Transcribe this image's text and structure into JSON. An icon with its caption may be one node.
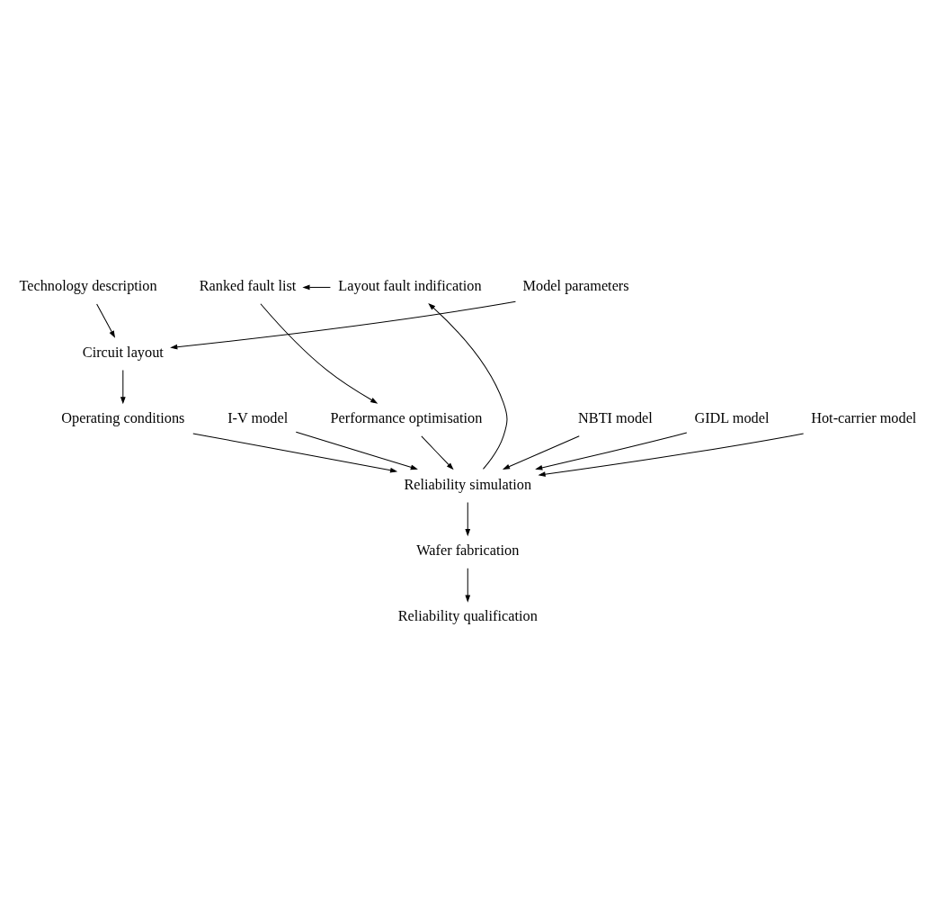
{
  "diagram": {
    "nodes": [
      {
        "text": [
          "Technology description"
        ]
      },
      {
        "text": [
          "Model parameters"
        ]
      },
      {
        "text": [
          "Circuit layout"
        ]
      },
      {
        "text": [
          "Operating conditions"
        ]
      },
      {
        "text": [
          "I-V model"
        ]
      },
      {
        "text": [
          "Performance optimisation"
        ]
      },
      {
        "text": [
          "NBTI model"
        ]
      },
      {
        "text": [
          "Ranked fault list"
        ]
      },
      {
        "text": [
          "GIDL model"
        ]
      },
      {
        "text": [
          "Hot-carrier model"
        ]
      },
      {
        "text": [
          "Layout fault indification"
        ]
      },
      {
        "text": [
          "Reliability simulation"
        ]
      },
      {
        "text": [
          "Wafer fabrication"
        ]
      },
      {
        "text": [
          "Reliability qualification"
        ]
      }
    ],
    "edges": [
      {
        "from": 0,
        "to": 2,
        "arrow": "to"
      },
      {
        "from": 1,
        "to": 2,
        "arrow": "to"
      },
      {
        "from": 2,
        "to": 3,
        "arrow": "to"
      },
      {
        "from": 3,
        "to": 11,
        "arrow": "to"
      },
      {
        "from": 4,
        "to": 11,
        "arrow": "to"
      },
      {
        "from": 6,
        "to": 11,
        "arrow": "to"
      },
      {
        "from": 8,
        "to": 11,
        "arrow": "to"
      },
      {
        "from": 9,
        "to": 11,
        "arrow": "to"
      },
      {
        "from": 5,
        "to": 11,
        "arrow": "to"
      },
      {
        "from": 11,
        "to": 12,
        "arrow": "to"
      },
      {
        "from": 11,
        "to": 10,
        "arrow": "to"
      },
      {
        "from": 10,
        "to": 7,
        "arrow": "to"
      },
      {
        "from": 7,
        "to": 5,
        "arrow": "to"
      },
      {
        "from": 12,
        "to": 13,
        "arrow": "to"
      }
    ]
  }
}
